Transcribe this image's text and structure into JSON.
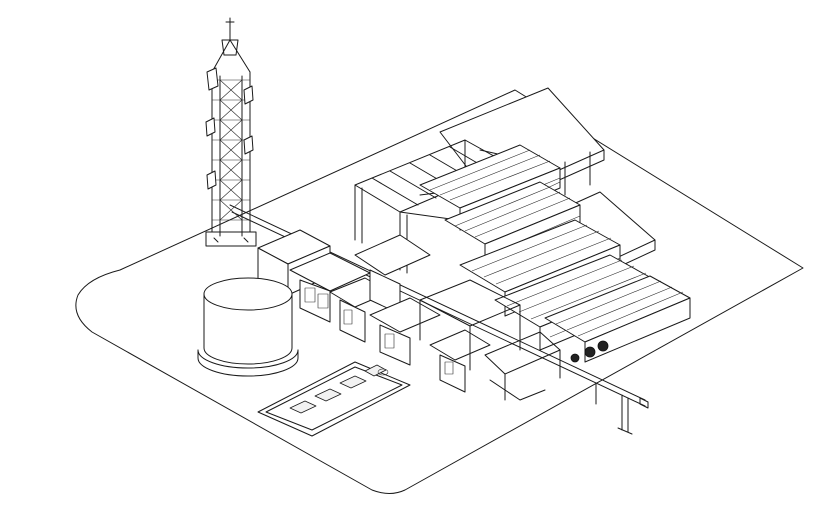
{
  "drawing": {
    "style": "isometric line drawing",
    "stroke_color": "#1a1a1a",
    "background_color": "#ffffff"
  },
  "components": [
    {
      "name": "lattice-tower-icon"
    },
    {
      "name": "storage-tank-icon"
    },
    {
      "name": "tank-trailer-icon"
    },
    {
      "name": "equipment-skid-icon"
    },
    {
      "name": "pipe-rack-icon"
    },
    {
      "name": "roof-canopy-icon"
    },
    {
      "name": "containment-pit-icon"
    }
  ],
  "counts": {
    "tube_trailers": 5,
    "equipment_skids": 6,
    "containment_pads": 4
  }
}
